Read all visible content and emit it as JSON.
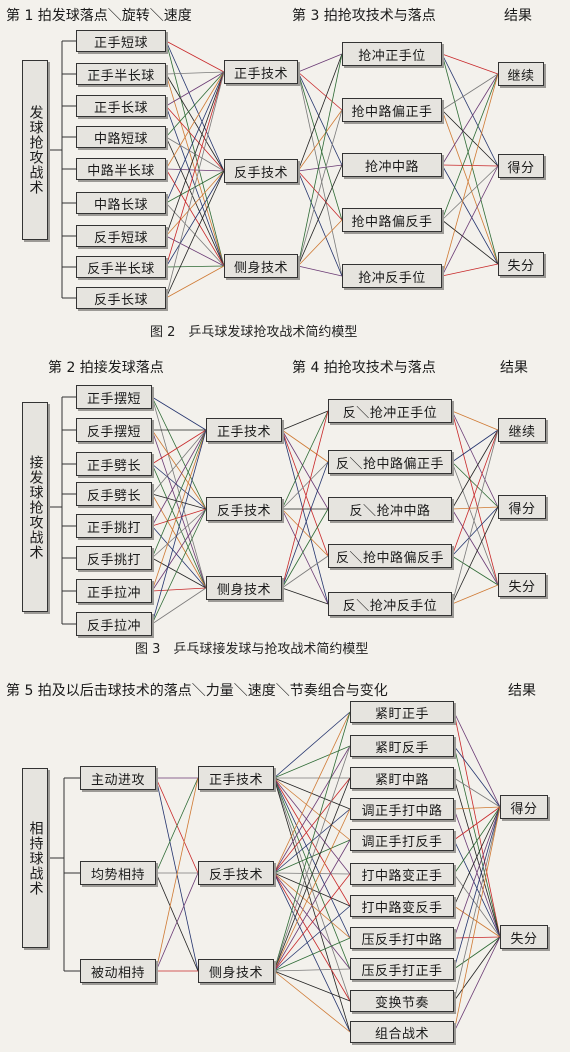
{
  "colors": {
    "red": "#c8282a",
    "blue": "#25356e",
    "green": "#2e6b35",
    "gray": "#7a7a7a",
    "black": "#222222",
    "orange": "#cf7a34",
    "purple": "#6a3a74"
  },
  "fig1": {
    "header_left": "第 1 拍发球落点＼旋转＼速度",
    "header_mid": "第 3 拍抢攻技术与落点",
    "header_right": "结果",
    "root": "发球抢攻战术",
    "col1": [
      "正手短球",
      "正手半长球",
      "正手长球",
      "中路短球",
      "中路半长球",
      "中路长球",
      "反手短球",
      "反手半长球",
      "反手长球"
    ],
    "col2": [
      "正手技术",
      "反手技术",
      "侧身技术"
    ],
    "col3": [
      "抢冲正手位",
      "抢中路偏正手",
      "抢冲中路",
      "抢中路偏反手",
      "抢冲反手位"
    ],
    "col4": [
      "继续",
      "得分",
      "失分"
    ],
    "caption": "图 2　乒乓球发球抢攻战术简约模型"
  },
  "fig2": {
    "header_left": "第 2 拍接发球落点",
    "header_mid": "第 4 拍抢攻技术与落点",
    "header_right": "结果",
    "root": "接发球抢攻战术",
    "col1": [
      "正手摆短",
      "反手摆短",
      "正手劈长",
      "反手劈长",
      "正手挑打",
      "反手挑打",
      "正手拉冲",
      "反手拉冲"
    ],
    "col2": [
      "正手技术",
      "反手技术",
      "侧身技术"
    ],
    "col3": [
      "反＼抢冲正手位",
      "反＼抢中路偏正手",
      "反＼抢冲中路",
      "反＼抢中路偏反手",
      "反＼抢冲反手位"
    ],
    "col4": [
      "继续",
      "得分",
      "失分"
    ],
    "caption": "图 3　乒乓球接发球与抢攻战术简约模型"
  },
  "fig3": {
    "header_left": "第 5 拍及以后击球技术的落点＼力量＼速度＼节奏组合与变化",
    "header_right": "结果",
    "root": "相持球战术",
    "col1": [
      "主动进攻",
      "均势相持",
      "被动相持"
    ],
    "col2": [
      "正手技术",
      "反手技术",
      "侧身技术"
    ],
    "col3": [
      "紧盯正手",
      "紧盯反手",
      "紧盯中路",
      "调正手打中路",
      "调正手打反手",
      "打中路变正手",
      "打中路变反手",
      "压反手打中路",
      "压反手打正手",
      "变换节奏",
      "组合战术"
    ],
    "col4": [
      "得分",
      "失分"
    ]
  }
}
